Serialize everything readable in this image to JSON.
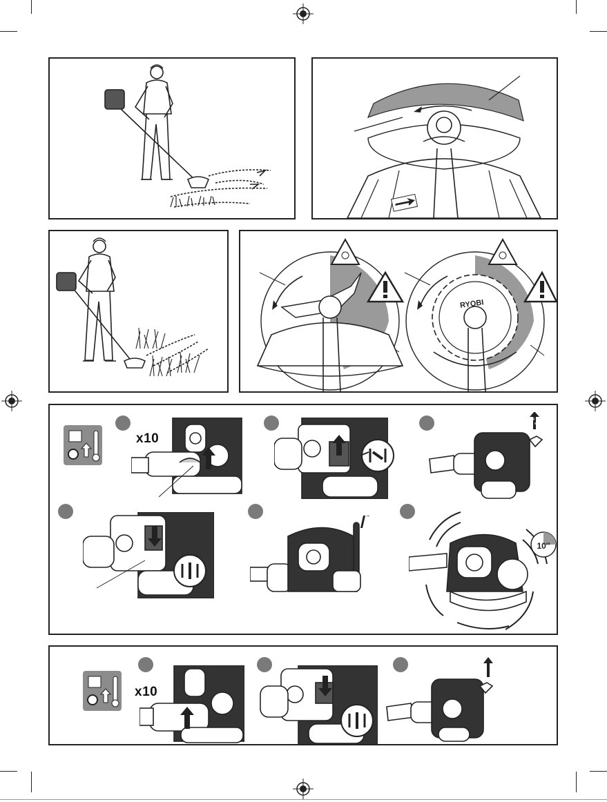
{
  "steps": {
    "repeat_label_a": "x10",
    "repeat_label_b": "x10"
  },
  "symbols": {
    "timer_label": "10″"
  },
  "blade": {
    "brand_text": "RYOBI"
  },
  "colors": {
    "line": "#222222",
    "shade": "#9a9a9a",
    "step_badge": "#7a7a7a",
    "warning_fill": "#ffffff"
  },
  "icons": [
    "registration-mark-icon",
    "warning-triangle-icon",
    "cold-start-icon",
    "choke-closed-icon",
    "choke-open-icon",
    "timer-icon",
    "pull-arrow-icon"
  ]
}
